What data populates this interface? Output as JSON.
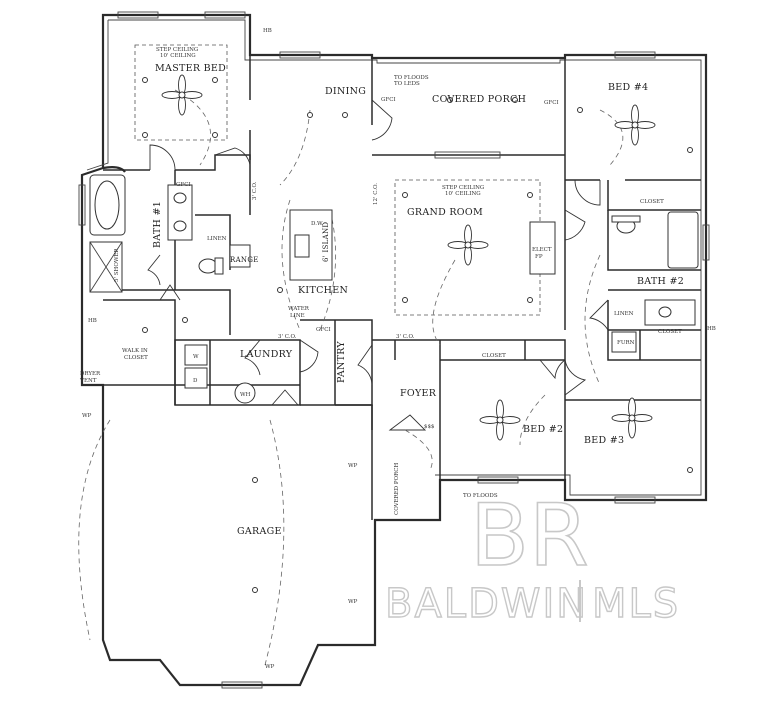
{
  "rooms": {
    "master_bed": "MASTER BED",
    "dining": "DINING",
    "covered_porch_top": "COVERED PORCH",
    "bed4": "BED #4",
    "grand_room": "GRAND ROOM",
    "kitchen": "KITCHEN",
    "bath1": "BATH #1",
    "bath2": "BATH #2",
    "laundry": "LAUNDRY",
    "pantry": "PANTRY",
    "foyer": "FOYER",
    "bed2": "BED #2",
    "bed3": "BED #3",
    "garage": "GARAGE",
    "covered_porch_front": "COVERED PORCH"
  },
  "labels": {
    "step_ceiling_master": "STEP CEILING",
    "ceiling_master": "10' CEILING",
    "step_ceiling_grand": "STEP CEILING",
    "ceiling_grand": "10' CEILING",
    "to_floods_leds": "TO FLOODS",
    "to_leds": "TO LEDS",
    "to_floods": "TO FLOODS",
    "hb_top": "HB",
    "hb_left": "HB",
    "hb_right": "HB",
    "dryer_vent": "DRYER",
    "dryer_vent2": "VENT",
    "gfci": "GFCI",
    "wp_gfci": "WP",
    "closet": "CLOSET",
    "linen": "LINEN",
    "linen2": "LINEN",
    "walk_in": "WALK IN",
    "walk_in2": "CLOSET",
    "shower": "5' SHOWER",
    "range": "RANGE",
    "dw": "D.W.",
    "island": "6' ISLAND",
    "water_line": "WATER",
    "water_line2": "LINE",
    "elect_fp": "ELECT",
    "elect_fp2": "FP",
    "furn": "FURN",
    "wh": "WH",
    "w": "W",
    "d": "D",
    "co_left": "3' C.O.",
    "co_mid": "12' C.O.",
    "co_right": "3' C.O.",
    "co_kitchen": "3' C.O.",
    "sss": "$$$"
  },
  "watermark": {
    "brand": "BALDWIN",
    "mls": "MLS",
    "logo": "BR"
  },
  "colors": {
    "line": "#2b2b2b",
    "watermark": "#c8c8c8",
    "background": "#ffffff"
  }
}
